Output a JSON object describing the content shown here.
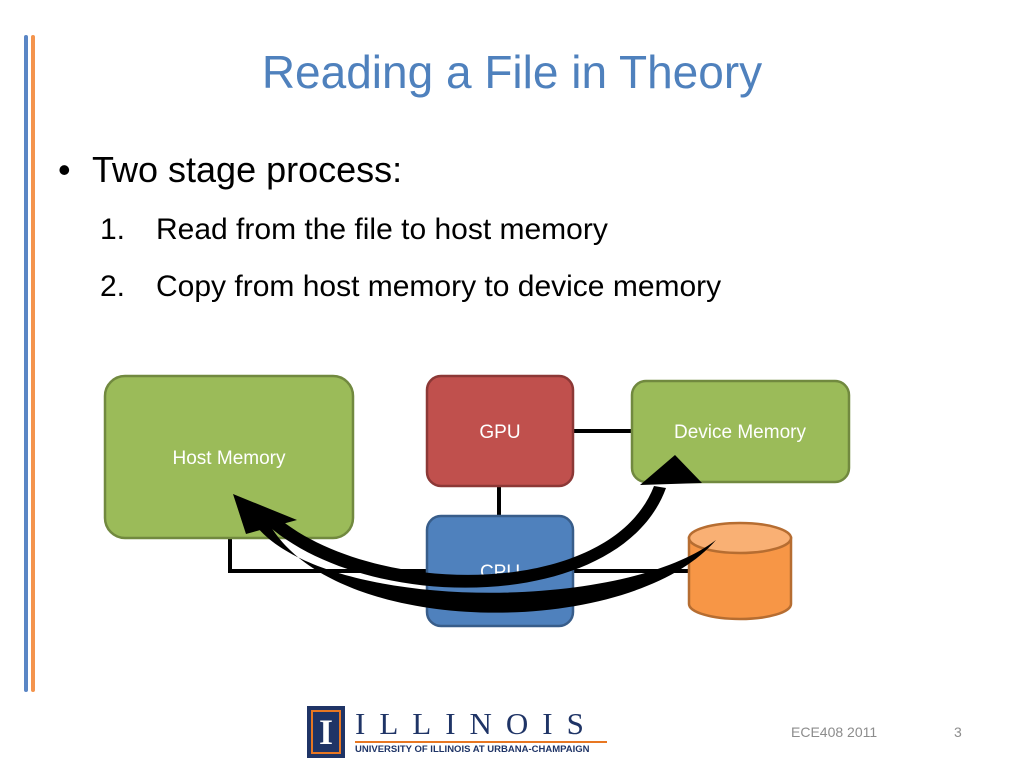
{
  "slide": {
    "title": "Reading a File in Theory",
    "bullet": "Two stage process:",
    "steps": [
      {
        "number": "1.",
        "text": "Read from the file to host memory"
      },
      {
        "number": "2.",
        "text": "Copy from host memory to device memory"
      }
    ]
  },
  "diagram": {
    "host_memory": "Host Memory",
    "gpu": "GPU",
    "device_memory": "Device Memory",
    "cpu": "CPU",
    "colors": {
      "green": "#9bbb59",
      "red": "#c0504d",
      "blue": "#4f81bd",
      "orange": "#f79646"
    }
  },
  "logo": {
    "mark": "I",
    "wordmark": "ILLINOIS",
    "subtitle": "UNIVERSITY OF ILLINOIS AT URBANA-CHAMPAIGN"
  },
  "footer": {
    "course": "ECE408 2011",
    "page_number": "3"
  }
}
